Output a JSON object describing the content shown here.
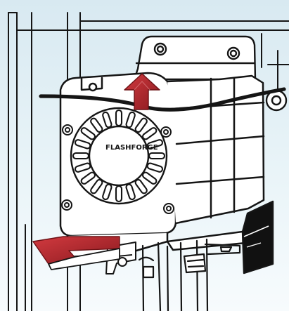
{
  "diagram": {
    "brand_text": "FLASHFORGE",
    "colors": {
      "background_top": "#d8e9f1",
      "background_bottom": "#f7fbfd",
      "line": "#151515",
      "arrow": "#b3282f",
      "arrow_dark": "#6d1115"
    },
    "callouts": [
      {
        "direction": "up",
        "name": "up-arrow"
      },
      {
        "direction": "left",
        "name": "left-arrow"
      }
    ]
  }
}
